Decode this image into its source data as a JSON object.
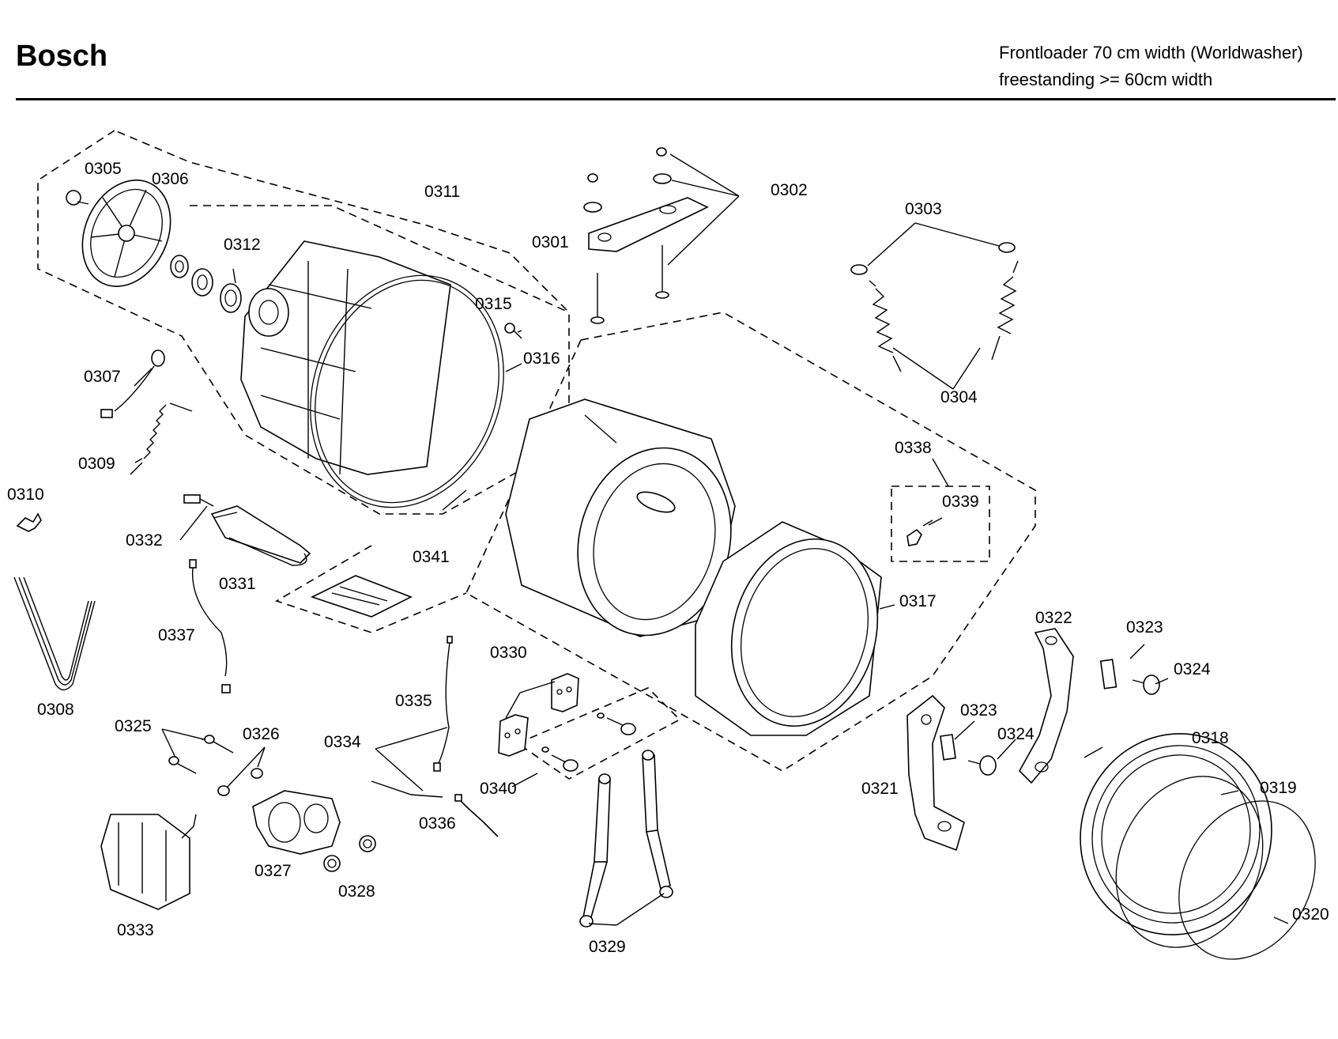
{
  "header": {
    "brand": "Bosch",
    "subtitle_line1": "Frontloader 70 cm width (Worldwasher)",
    "subtitle_line2": "freestanding >= 60cm width"
  },
  "labels": {
    "p0301": "0301",
    "p0302": "0302",
    "p0303": "0303",
    "p0304": "0304",
    "p0305": "0305",
    "p0306": "0306",
    "p0307": "0307",
    "p0308": "0308",
    "p0309": "0309",
    "p0310": "0310",
    "p0311": "0311",
    "p0312": "0312",
    "p0315": "0315",
    "p0316": "0316",
    "p0317": "0317",
    "p0318": "0318",
    "p0319": "0319",
    "p0320": "0320",
    "p0321": "0321",
    "p0322": "0322",
    "p0323a": "0323",
    "p0323b": "0323",
    "p0324a": "0324",
    "p0324b": "0324",
    "p0325": "0325",
    "p0326": "0326",
    "p0327": "0327",
    "p0328": "0328",
    "p0329": "0329",
    "p0330": "0330",
    "p0331": "0331",
    "p0332": "0332",
    "p0333": "0333",
    "p0334": "0334",
    "p0335": "0335",
    "p0336": "0336",
    "p0337": "0337",
    "p0338": "0338",
    "p0339": "0339",
    "p0340": "0340",
    "p0341": "0341"
  }
}
